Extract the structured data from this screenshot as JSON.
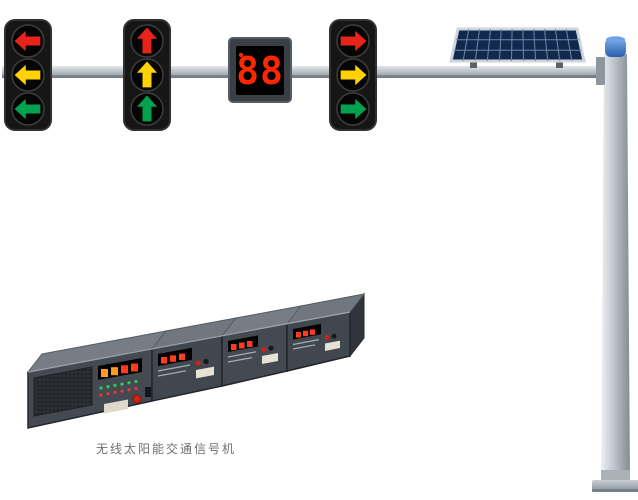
{
  "scene": {
    "caption": "无线太阳能交通信号机",
    "countdown": {
      "value": "88",
      "color": "#ff2600"
    },
    "colors": {
      "red": "#e8231a",
      "yellow": "#ffd200",
      "green": "#00a24f"
    },
    "traffic_lights": [
      {
        "position": "far-left",
        "arrow_direction": "left",
        "lenses": [
          "red",
          "yellow",
          "green"
        ]
      },
      {
        "position": "center-left",
        "arrow_direction": "up",
        "lenses": [
          "red",
          "yellow",
          "green"
        ]
      },
      {
        "position": "center-right",
        "arrow_direction": "right",
        "lenses": [
          "red",
          "yellow",
          "green"
        ]
      }
    ],
    "countdown_display": {
      "description": "two-digit red countdown timer mounted on mast arm"
    },
    "solar_panel": {
      "columns": 11,
      "rows": 3
    },
    "pole": {
      "cap_color": "#3a78c9"
    },
    "controller": {
      "units": 4
    }
  }
}
